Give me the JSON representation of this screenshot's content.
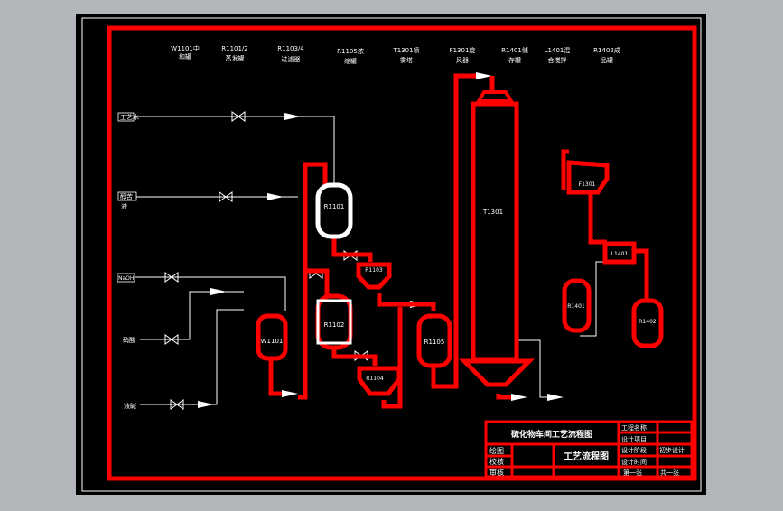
{
  "colors": {
    "background": "#000000",
    "frame": "#ff0000",
    "line": "#ffffff",
    "viewport": "#b3b7bc"
  },
  "column_headers": [
    {
      "line1": "W1101中",
      "line2": "和罐"
    },
    {
      "line1": "R1101/2",
      "line2": "蒸发罐"
    },
    {
      "line1": "R1103/4",
      "line2": "过滤器"
    },
    {
      "line1": "R1105浓",
      "line2": "缩罐"
    },
    {
      "line1": "T1301喷",
      "line2": "雾塔"
    },
    {
      "line1": "F1301旋",
      "line2": "风器"
    },
    {
      "line1": "R1401储",
      "line2": "存罐"
    },
    {
      "line1": "L1401混",
      "line2": "合搅拌"
    },
    {
      "line1": "R1402成",
      "line2": "品罐"
    }
  ],
  "inputs": [
    {
      "line1": "工艺水",
      "line2": ""
    },
    {
      "line1": "醇苦",
      "line2": "液"
    },
    {
      "line1": "NaOH",
      "line2": ""
    },
    {
      "line1": "硝酸",
      "line2": ""
    },
    {
      "line1": "液碱",
      "line2": ""
    }
  ],
  "equipment": {
    "r1101": "R1101",
    "w1101": "W1101",
    "r1102": "R1102",
    "r1103": "R1103",
    "r1104": "R1104",
    "r1105": "R1105",
    "t1301": "T1301",
    "f1301": "F1301",
    "r1401": "R1401",
    "l1401": "L1401",
    "r1402": "R1402"
  },
  "title_block": {
    "project_title": "硫化物车间工艺流程图",
    "drawing_label": "绘图",
    "check_label": "校核",
    "review_label": "审核",
    "drawing_name": "工艺流程图",
    "right_labels": [
      "工程名称",
      "设计项目",
      "设计阶段",
      "设计时间"
    ],
    "design_stage": "初步设计",
    "sheet_no": "第一张",
    "sheet_total": "共一张"
  }
}
